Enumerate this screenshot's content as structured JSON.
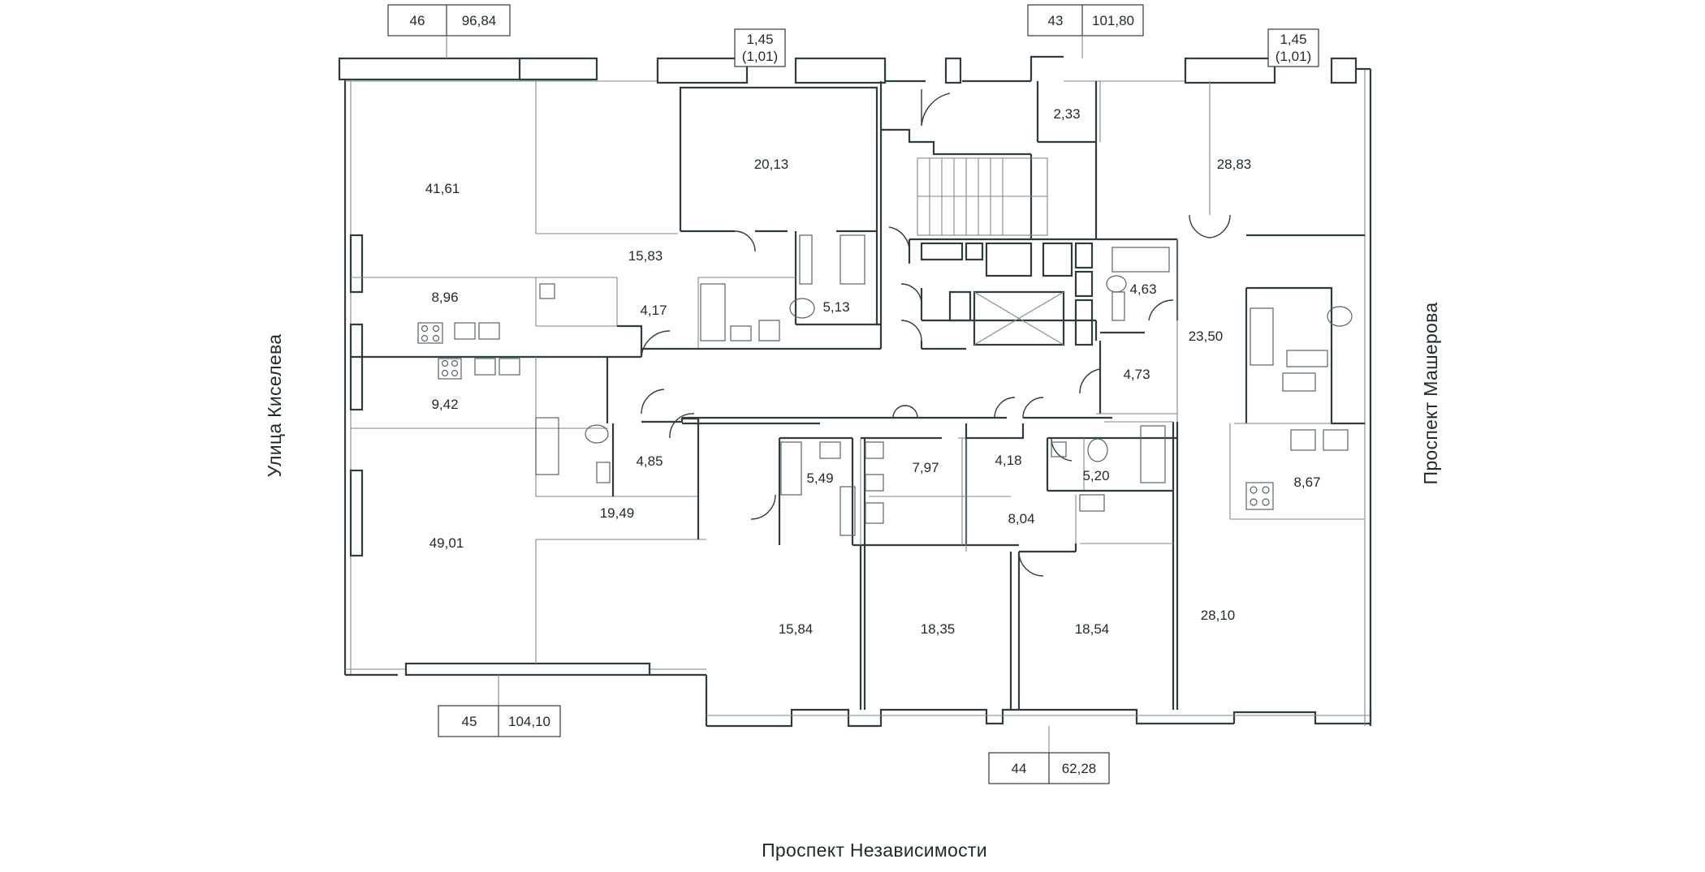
{
  "streets": {
    "west": "Улица Киселева",
    "east": "Проспект Машерова",
    "south": "Проспект Независимости"
  },
  "apartments": [
    {
      "number": "46",
      "area": "96,84"
    },
    {
      "number": "43",
      "area": "101,80"
    },
    {
      "number": "45",
      "area": "104,10"
    },
    {
      "number": "44",
      "area": "62,28"
    }
  ],
  "balconies": [
    {
      "area": "1,45",
      "reduced_area": "(1,01)"
    },
    {
      "area": "1,45",
      "reduced_area": "(1,01)"
    }
  ],
  "rooms": {
    "r41_61": "41,61",
    "r8_96": "8,96",
    "r9_42": "9,42",
    "r49_01": "49,01",
    "r15_83": "15,83",
    "r4_17": "4,17",
    "r20_13": "20,13",
    "r5_13": "5,13",
    "r4_85": "4,85",
    "r19_49": "19,49",
    "r5_49": "5,49",
    "r15_84": "15,84",
    "r7_97": "7,97",
    "r18_35": "18,35",
    "r4_18": "4,18",
    "r8_04": "8,04",
    "r5_20": "5,20",
    "r18_54": "18,54",
    "r2_33": "2,33",
    "r28_83": "28,83",
    "r4_63": "4,63",
    "r23_50": "23,50",
    "r4_73": "4,73",
    "r8_67": "8,67",
    "r28_10": "28,10"
  },
  "colors": {
    "wall": "#2c3e37",
    "text": "#1e2b26",
    "partition": "#7f8a86"
  }
}
